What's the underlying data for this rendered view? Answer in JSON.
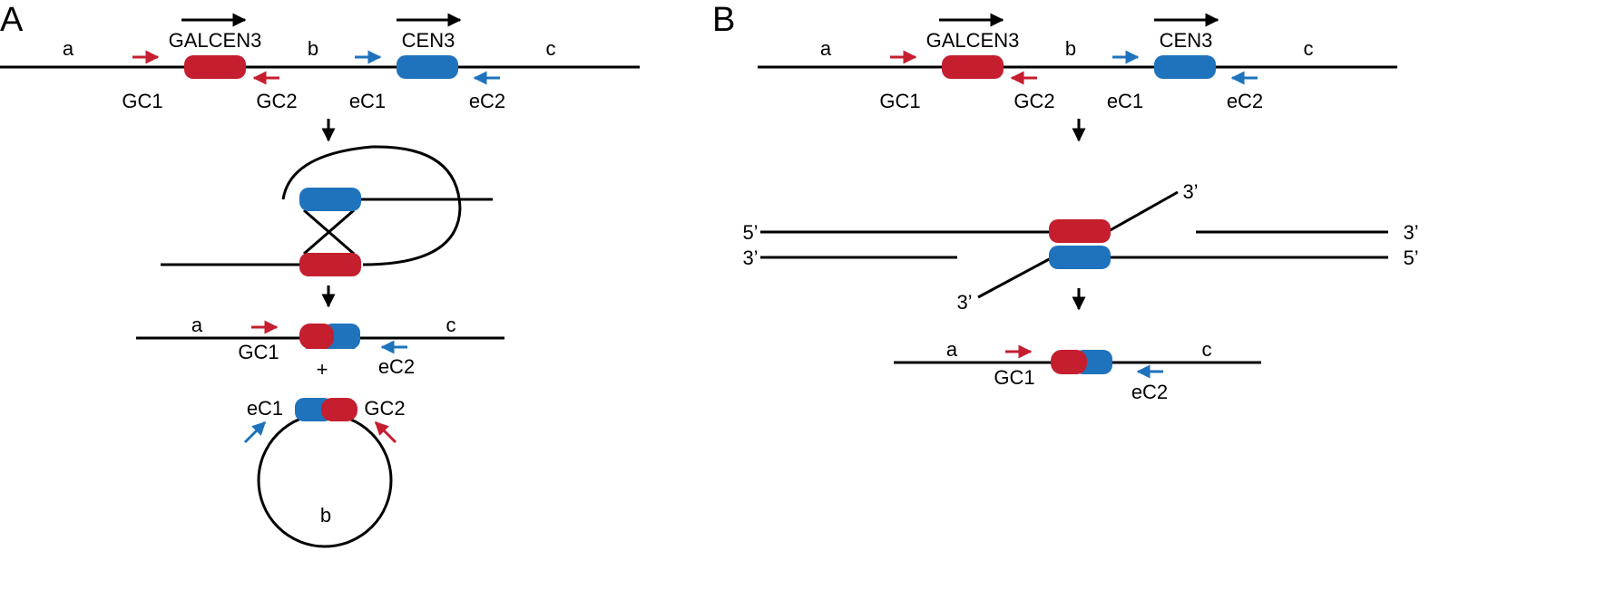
{
  "colors": {
    "red": "#c41e2f",
    "blue": "#1f73bd",
    "line": "#000000"
  },
  "panel_a": {
    "label": "A",
    "region_a": "a",
    "region_b": "b",
    "region_c": "c",
    "gene_1": "GALCEN3",
    "gene_2": "CEN3",
    "primer_gc1": "GC1",
    "primer_gc2": "GC2",
    "primer_ec1": "eC1",
    "primer_ec2": "eC2",
    "product": {
      "region_a": "a",
      "region_c": "c",
      "primer_gc1": "GC1",
      "primer_ec2": "eC2",
      "plus": "+"
    },
    "circle": {
      "primer_ec1": "eC1",
      "primer_gc2": "GC2",
      "region_b": "b"
    }
  },
  "panel_b": {
    "label": "B",
    "region_a": "a",
    "region_b": "b",
    "region_c": "c",
    "gene_1": "GALCEN3",
    "gene_2": "CEN3",
    "primer_gc1": "GC1",
    "primer_gc2": "GC2",
    "primer_ec1": "eC1",
    "primer_ec2": "eC2",
    "strands": {
      "top_left": "5’",
      "top_right": "3’",
      "bottom_left": "3’",
      "bottom_right": "5’",
      "upper_tail": "3’",
      "lower_tail": "3’"
    },
    "product": {
      "region_a": "a",
      "region_c": "c",
      "primer_gc1": "GC1",
      "primer_ec2": "eC2"
    }
  }
}
